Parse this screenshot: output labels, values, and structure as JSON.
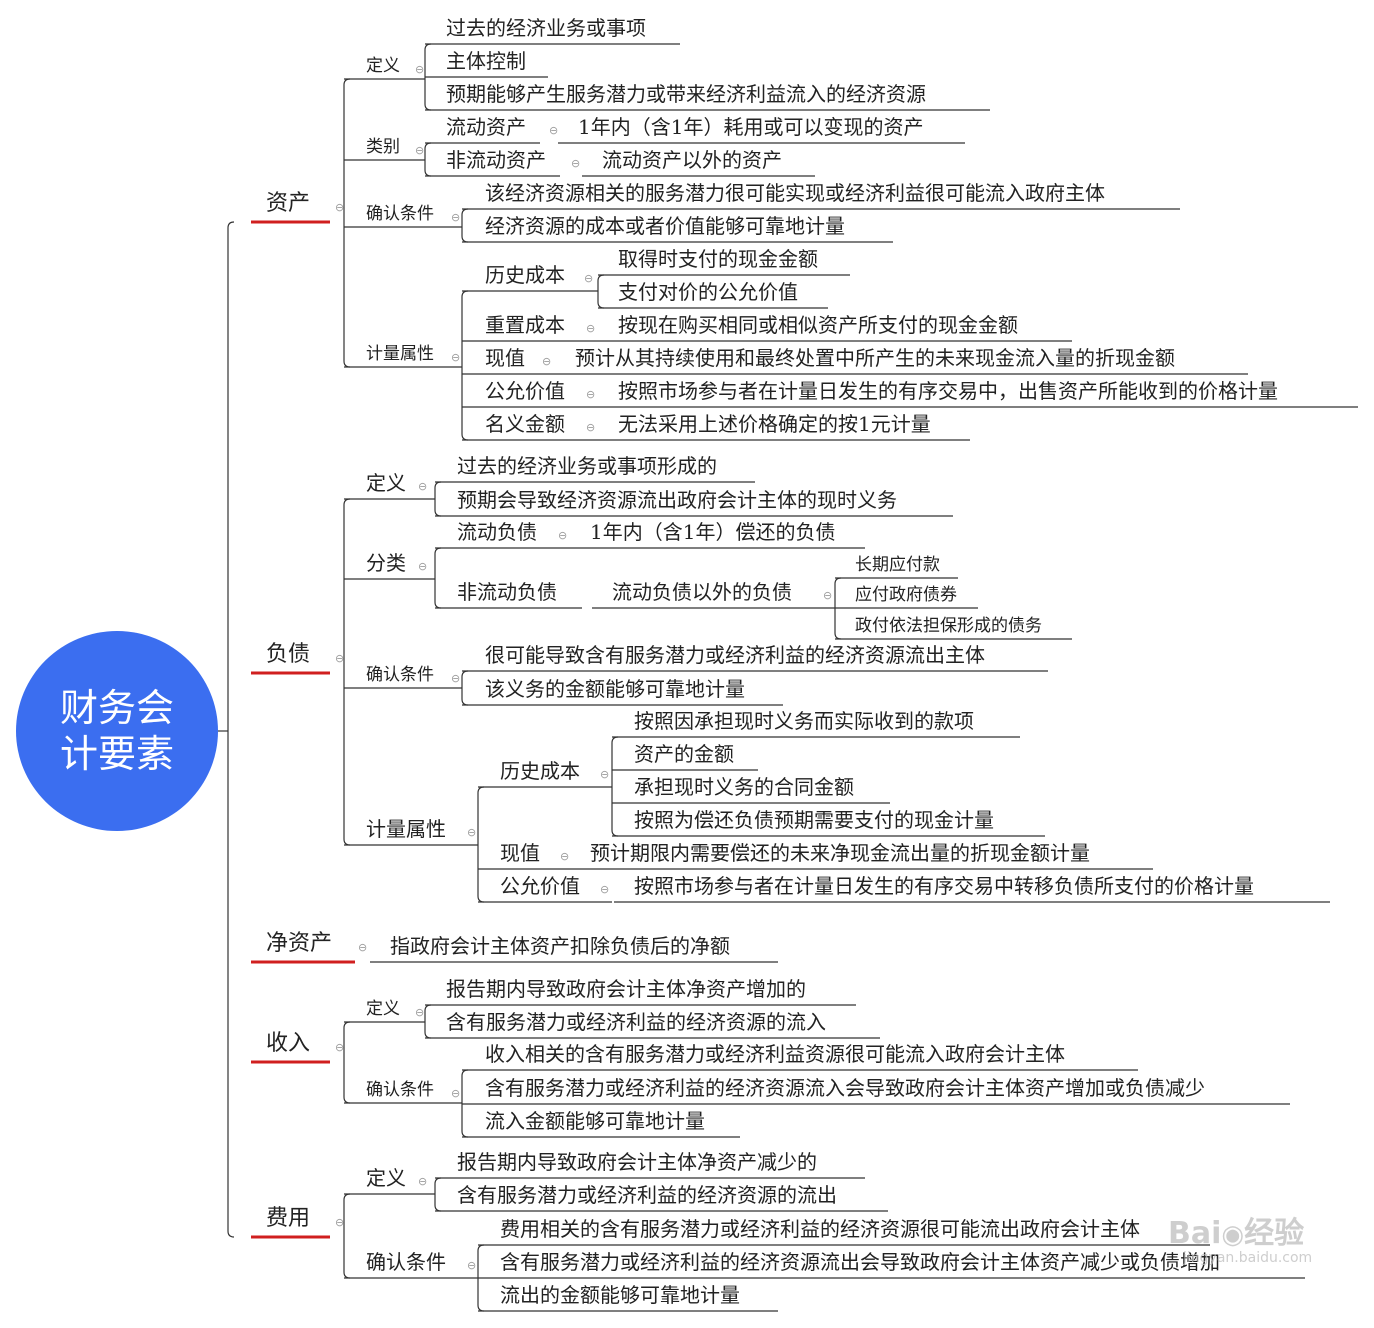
{
  "root": {
    "label": "财务会计要素",
    "color": "#3b6ef0"
  },
  "colors": {
    "line": "#333333",
    "underline_main": "#d01f1f",
    "toggle": "#9a9a9a"
  },
  "toggle_glyph": "⊖",
  "watermark": {
    "brand": "Bai",
    "brand_suffix": "经验",
    "url": "jingyan.baidu.com"
  },
  "nodes": [
    {
      "id": "asset",
      "text": "资产"
    },
    {
      "id": "asset_def",
      "text": "定义"
    },
    {
      "id": "asset_def_1",
      "text": "过去的经济业务或事项"
    },
    {
      "id": "asset_def_2",
      "text": "主体控制"
    },
    {
      "id": "asset_def_3",
      "text": "预期能够产生服务潜力或带来经济利益流入的经济资源"
    },
    {
      "id": "asset_cat",
      "text": "类别"
    },
    {
      "id": "asset_cur",
      "text": "流动资产"
    },
    {
      "id": "asset_cur_d",
      "text": "1年内（含1年）耗用或可以变现的资产"
    },
    {
      "id": "asset_ncur",
      "text": "非流动资产"
    },
    {
      "id": "asset_ncur_d",
      "text": "流动资产以外的资产"
    },
    {
      "id": "asset_rec",
      "text": "确认条件"
    },
    {
      "id": "asset_rec_1",
      "text": "该经济资源相关的服务潜力很可能实现或经济利益很可能流入政府主体"
    },
    {
      "id": "asset_rec_2",
      "text": "经济资源的成本或者价值能够可靠地计量"
    },
    {
      "id": "asset_mea",
      "text": "计量属性"
    },
    {
      "id": "asset_hc",
      "text": "历史成本"
    },
    {
      "id": "asset_hc_1",
      "text": "取得时支付的现金金额"
    },
    {
      "id": "asset_hc_2",
      "text": "支付对价的公允价值"
    },
    {
      "id": "asset_rc",
      "text": "重置成本"
    },
    {
      "id": "asset_rc_d",
      "text": "按现在购买相同或相似资产所支付的现金金额"
    },
    {
      "id": "asset_pv",
      "text": "现值"
    },
    {
      "id": "asset_pv_d",
      "text": "预计从其持续使用和最终处置中所产生的未来现金流入量的折现金额"
    },
    {
      "id": "asset_fv",
      "text": "公允价值"
    },
    {
      "id": "asset_fv_d",
      "text": "按照市场参与者在计量日发生的有序交易中，出售资产所能收到的价格计量"
    },
    {
      "id": "asset_nom",
      "text": "名义金额"
    },
    {
      "id": "asset_nom_d",
      "text": "无法采用上述价格确定的按1元计量"
    },
    {
      "id": "liab",
      "text": "负债"
    },
    {
      "id": "liab_def",
      "text": "定义"
    },
    {
      "id": "liab_def_1",
      "text": "过去的经济业务或事项形成的"
    },
    {
      "id": "liab_def_2",
      "text": "预期会导致经济资源流出政府会计主体的现时义务"
    },
    {
      "id": "liab_cls",
      "text": "分类"
    },
    {
      "id": "liab_cur",
      "text": "流动负债"
    },
    {
      "id": "liab_cur_d",
      "text": "1年内（含1年）偿还的负债"
    },
    {
      "id": "liab_ncur",
      "text": "非流动负债"
    },
    {
      "id": "liab_ncur_d",
      "text": "流动负债以外的负债"
    },
    {
      "id": "liab_nc_1",
      "text": "长期应付款"
    },
    {
      "id": "liab_nc_2",
      "text": "应付政府债券"
    },
    {
      "id": "liab_nc_3",
      "text": "政付依法担保形成的债务"
    },
    {
      "id": "liab_rec",
      "text": "确认条件"
    },
    {
      "id": "liab_rec_1",
      "text": "很可能导致含有服务潜力或经济利益的经济资源流出主体"
    },
    {
      "id": "liab_rec_2",
      "text": "该义务的金额能够可靠地计量"
    },
    {
      "id": "liab_mea",
      "text": "计量属性"
    },
    {
      "id": "liab_hc",
      "text": "历史成本"
    },
    {
      "id": "liab_hc_1",
      "text": "按照因承担现时义务而实际收到的款项"
    },
    {
      "id": "liab_hc_2",
      "text": "资产的金额"
    },
    {
      "id": "liab_hc_3",
      "text": "承担现时义务的合同金额"
    },
    {
      "id": "liab_hc_4",
      "text": "按照为偿还负债预期需要支付的现金计量"
    },
    {
      "id": "liab_pv",
      "text": "现值"
    },
    {
      "id": "liab_pv_d",
      "text": "预计期限内需要偿还的未来净现金流出量的折现金额计量"
    },
    {
      "id": "liab_fv",
      "text": "公允价值"
    },
    {
      "id": "liab_fv_d",
      "text": "按照市场参与者在计量日发生的有序交易中转移负债所支付的价格计量"
    },
    {
      "id": "net",
      "text": "净资产"
    },
    {
      "id": "net_d",
      "text": "指政府会计主体资产扣除负债后的净额"
    },
    {
      "id": "inc",
      "text": "收入"
    },
    {
      "id": "inc_def",
      "text": "定义"
    },
    {
      "id": "inc_def_1",
      "text": "报告期内导致政府会计主体净资产增加的"
    },
    {
      "id": "inc_def_2",
      "text": "含有服务潜力或经济利益的经济资源的流入"
    },
    {
      "id": "inc_rec",
      "text": "确认条件"
    },
    {
      "id": "inc_rec_1",
      "text": "收入相关的含有服务潜力或经济利益资源很可能流入政府会计主体"
    },
    {
      "id": "inc_rec_2",
      "text": "含有服务潜力或经济利益的经济资源流入会导致政府会计主体资产增加或负债减少"
    },
    {
      "id": "inc_rec_3",
      "text": "流入金额能够可靠地计量"
    },
    {
      "id": "exp",
      "text": "费用"
    },
    {
      "id": "exp_def",
      "text": "定义"
    },
    {
      "id": "exp_def_1",
      "text": "报告期内导致政府会计主体净资产减少的"
    },
    {
      "id": "exp_def_2",
      "text": "含有服务潜力或经济利益的经济资源的流出"
    },
    {
      "id": "exp_rec",
      "text": "确认条件"
    },
    {
      "id": "exp_rec_1",
      "text": "费用相关的含有服务潜力或经济利益的经济资源很可能流出政府会计主体"
    },
    {
      "id": "exp_rec_2",
      "text": "含有服务潜力或经济利益的经济资源流出会导致政府会计主体资产减少或负债增加"
    },
    {
      "id": "exp_rec_3",
      "text": "流出的金额能够可靠地计量"
    }
  ]
}
